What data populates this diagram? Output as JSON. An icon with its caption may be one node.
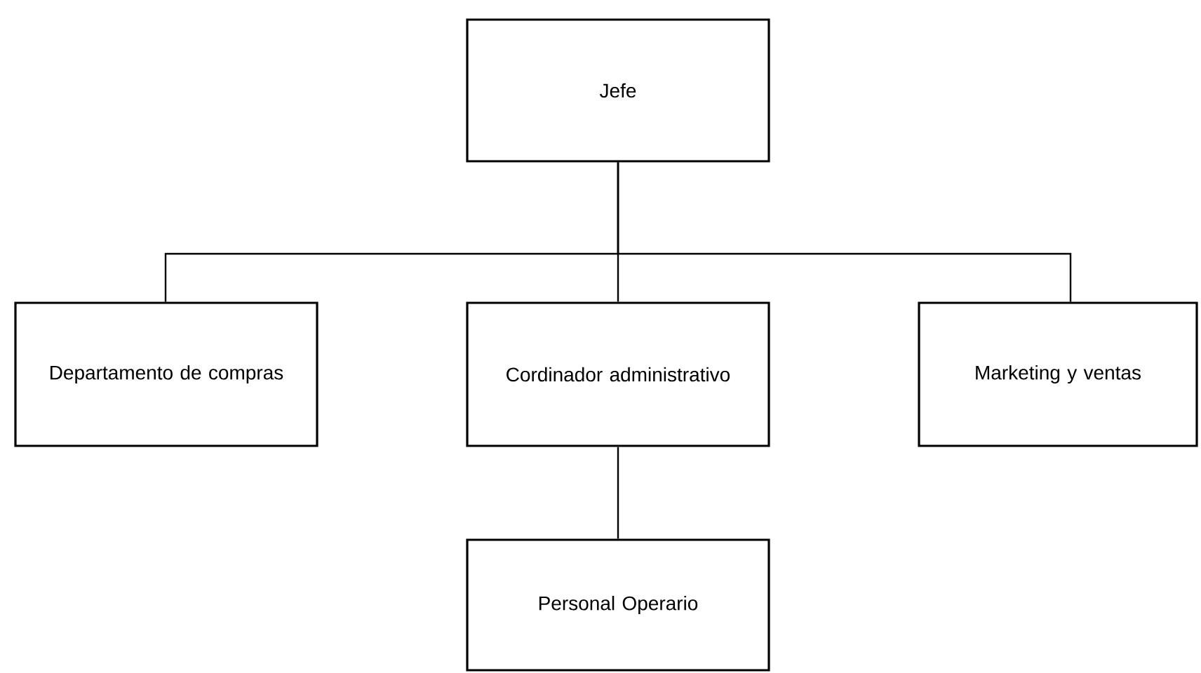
{
  "diagram": {
    "nodes": [
      {
        "text": [
          "Jefe"
        ]
      },
      {
        "text": [
          "Departamento de compras"
        ]
      },
      {
        "text": [
          "Cordinador administrativo"
        ]
      },
      {
        "text": [
          "Marketing y ventas"
        ]
      },
      {
        "text": [
          "Personal Operario"
        ]
      }
    ],
    "edges": [
      {
        "from": 0,
        "to": 1,
        "arrow": "none"
      },
      {
        "from": 0,
        "to": 2,
        "arrow": "none"
      },
      {
        "from": 0,
        "to": 3,
        "arrow": "none"
      },
      {
        "from": 2,
        "to": 4,
        "arrow": "none"
      }
    ]
  }
}
